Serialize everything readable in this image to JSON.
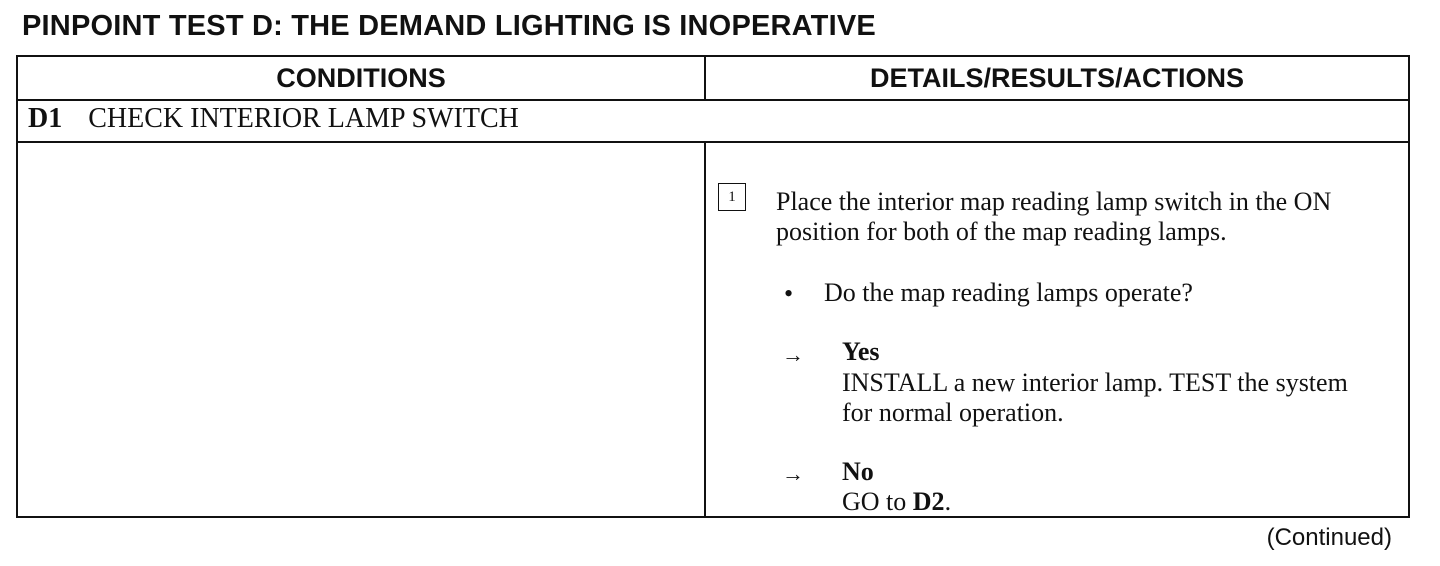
{
  "title": "PINPOINT TEST D: THE DEMAND LIGHTING IS INOPERATIVE",
  "table": {
    "headers": {
      "conditions": "CONDITIONS",
      "details": "DETAILS/RESULTS/ACTIONS"
    },
    "step": {
      "id": "D1",
      "name": "CHECK INTERIOR LAMP SWITCH"
    },
    "action": {
      "number": "1",
      "instruction": "Place the interior map reading lamp switch in the ON position for both of the map reading lamps.",
      "bullet_symbol": "•",
      "question": "Do the map reading lamps operate?",
      "arrow_symbol": "→",
      "yes": {
        "label": "Yes",
        "text": "INSTALL a new interior lamp. TEST the system for normal operation."
      },
      "no": {
        "label": "No",
        "text_prefix": "GO to ",
        "target": "D2",
        "text_suffix": "."
      }
    }
  },
  "footer": {
    "continued": "(Continued)"
  }
}
